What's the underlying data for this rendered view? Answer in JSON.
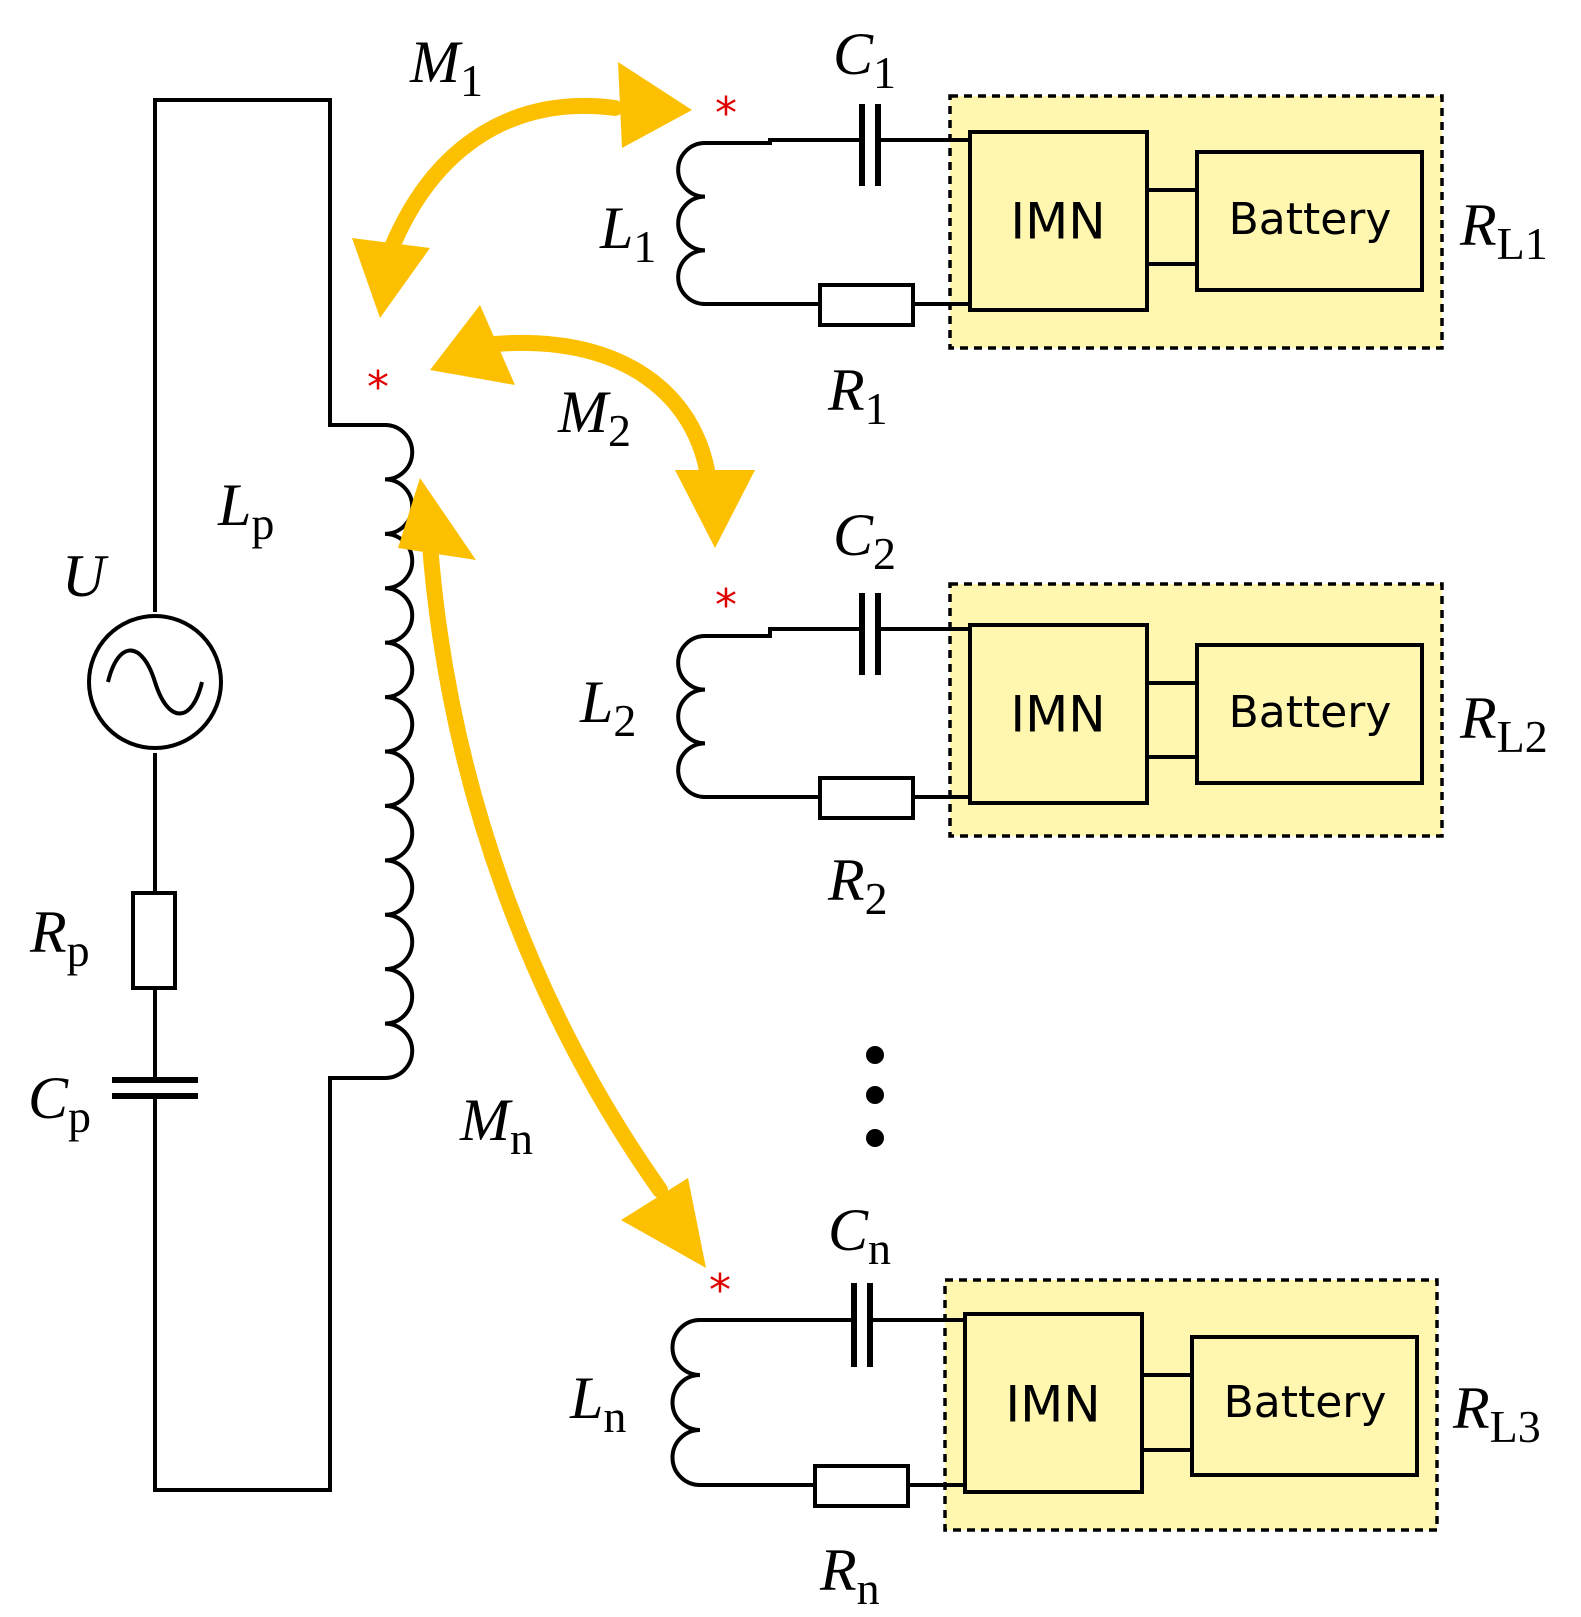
{
  "source": {
    "label": "U"
  },
  "primary": {
    "inductor": {
      "main": "L",
      "sub": "p"
    },
    "resistor": {
      "main": "R",
      "sub": "p"
    },
    "capacitor": {
      "main": "C",
      "sub": "p"
    }
  },
  "mutuals": [
    {
      "main": "M",
      "sub": "1"
    },
    {
      "main": "M",
      "sub": "2"
    },
    {
      "main": "M",
      "sub": "n"
    }
  ],
  "receivers": [
    {
      "inductor": {
        "main": "L",
        "sub": "1"
      },
      "capacitor": {
        "main": "C",
        "sub": "1"
      },
      "resistor": {
        "main": "R",
        "sub": "1"
      },
      "load": {
        "main": "R",
        "sub": "L1"
      },
      "imn": "IMN",
      "battery": "Battery"
    },
    {
      "inductor": {
        "main": "L",
        "sub": "2"
      },
      "capacitor": {
        "main": "C",
        "sub": "2"
      },
      "resistor": {
        "main": "R",
        "sub": "2"
      },
      "load": {
        "main": "R",
        "sub": "L2"
      },
      "imn": "IMN",
      "battery": "Battery"
    },
    {
      "inductor": {
        "main": "L",
        "sub": "n"
      },
      "capacitor": {
        "main": "C",
        "sub": "n"
      },
      "resistor": {
        "main": "R",
        "sub": "n"
      },
      "load": {
        "main": "R",
        "sub": "L3"
      },
      "imn": "IMN",
      "battery": "Battery"
    }
  ],
  "dot_marker": "*",
  "colors": {
    "coupling_arrow": "#fcc000",
    "load_fill": "#fff6b0",
    "dot_marker": "#e00000"
  },
  "ellipsis": "vertical-dots"
}
